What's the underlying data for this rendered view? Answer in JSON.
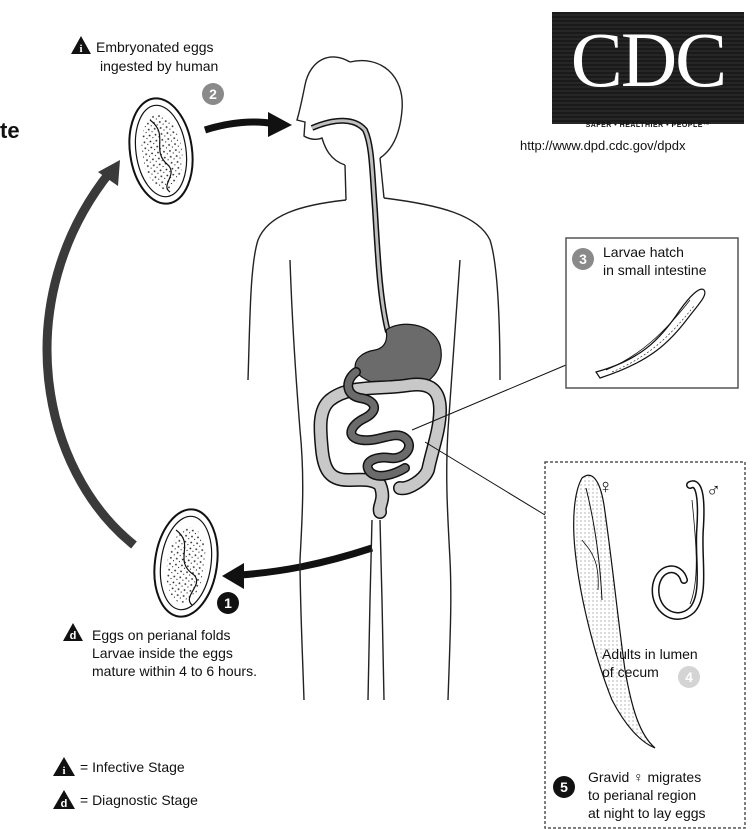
{
  "cdc": {
    "logo_text": "CDC",
    "tagline": "SAFER • HEALTHIER • PEOPLE™",
    "url": "http://www.dpd.cdc.gov/dpdx"
  },
  "edge_fragment": "te",
  "stages": {
    "s2": {
      "number": "2",
      "lines": [
        "Embryonated eggs",
        "ingested by human"
      ]
    },
    "s3": {
      "number": "3",
      "lines": [
        "Larvae hatch",
        "in small intestine"
      ]
    },
    "s4": {
      "number": "4",
      "lines": [
        "Adults in lumen",
        "of cecum"
      ]
    },
    "s5": {
      "number": "5",
      "lines": [
        "Gravid ♀ migrates",
        "to perianal region",
        "at night to lay eggs"
      ]
    },
    "s1": {
      "number": "1",
      "lines": [
        "Eggs on perianal folds",
        "Larvae inside the eggs",
        "mature within 4 to 6 hours."
      ]
    }
  },
  "sex_symbols": {
    "female": "♀",
    "male": "♂"
  },
  "legend": {
    "infective_marker": "i",
    "diagnostic_marker": "d",
    "infective": "= Infective Stage",
    "diagnostic": "= Diagnostic Stage"
  },
  "colors": {
    "ink": "#111111",
    "gut_dark": "#6b6b6b",
    "gut_light": "#c8c8c8",
    "badge_grey": "#8a8a8a",
    "arrow": "#333333"
  }
}
